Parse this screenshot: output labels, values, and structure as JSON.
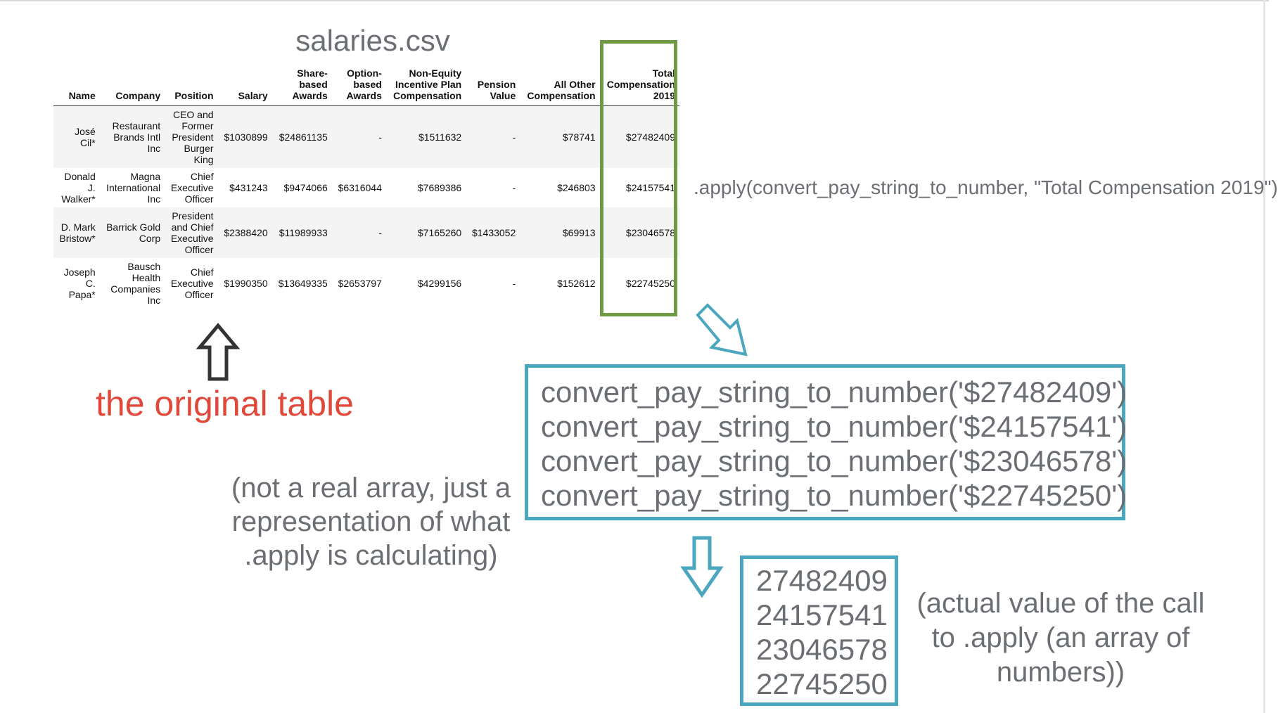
{
  "title": "salaries.csv",
  "table": {
    "headers": [
      "Name",
      "Company",
      "Position",
      "Salary",
      "Share-\nbased\nAwards",
      "Option-\nbased\nAwards",
      "Non-Equity\nIncentive Plan\nCompensation",
      "Pension\nValue",
      "All Other\nCompensation",
      "Total\nCompensation\n2019"
    ],
    "rows": [
      [
        "José\nCil*",
        "Restaurant\nBrands Intl\nInc",
        "CEO and\nFormer\nPresident\nBurger\nKing",
        "$1030899",
        "$24861135",
        "-",
        "$1511632",
        "-",
        "$78741",
        "$27482409"
      ],
      [
        "Donald\nJ.\nWalker*",
        "Magna\nInternational\nInc",
        "Chief\nExecutive\nOfficer",
        "$431243",
        "$9474066",
        "$6316044",
        "$7689386",
        "-",
        "$246803",
        "$24157541"
      ],
      [
        "D. Mark\nBristow*",
        "Barrick Gold\nCorp",
        "President\nand Chief\nExecutive\nOfficer",
        "$2388420",
        "$11989933",
        "-",
        "$7165260",
        "$1433052",
        "$69913",
        "$23046578"
      ],
      [
        "Joseph\nC.\nPapa*",
        "Bausch\nHealth\nCompanies\nInc",
        "Chief\nExecutive\nOfficer",
        "$1990350",
        "$13649335",
        "$2653797",
        "$4299156",
        "-",
        "$152612",
        "$22745250"
      ]
    ]
  },
  "apply_expression": ".apply(convert_pay_string_to_number, \"Total Compensation 2019\")",
  "original_label": "the original table",
  "calls": [
    "convert_pay_string_to_number('$27482409')",
    "convert_pay_string_to_number('$24157541')",
    "convert_pay_string_to_number('$23046578')",
    "convert_pay_string_to_number('$22745250')"
  ],
  "results": [
    "27482409",
    "24157541",
    "23046578",
    "22745250"
  ],
  "note_left": "(not a real array, just a representation of what .apply is calculating)",
  "note_right": "(actual value of the call to .apply (an array of numbers))",
  "colors": {
    "highlight": "#6f9a45",
    "accent_box": "#4aa7bd",
    "label_red": "#e0483a",
    "text_gray": "#6b6f74"
  },
  "icons": [
    "up-arrow-icon",
    "diagonal-arrow-icon",
    "down-arrow-icon"
  ]
}
